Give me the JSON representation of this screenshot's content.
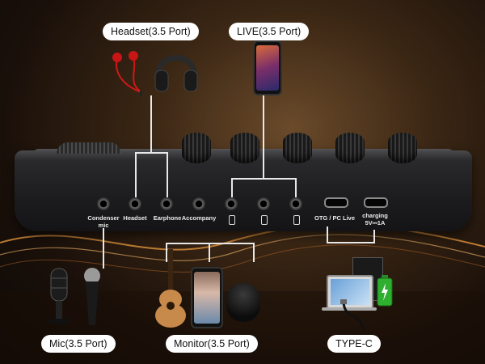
{
  "callouts": {
    "headset": "Headset(3.5 Port)",
    "live": "LIVE(3.5 Port)",
    "mic": "Mic(3.5 Port)",
    "monitor": "Monitor(3.5 Port)",
    "typec": "TYPE-C"
  },
  "ports": {
    "condenser_line1": "Condenser",
    "condenser_line2": "mic",
    "headset": "Headset",
    "earphone": "Earphone",
    "accompany": "Accompany",
    "otg": "OTG / PC Live",
    "charging_line1": "charging",
    "charging_line2": "5V⎓1A"
  },
  "icons": [
    "headphones-icon",
    "earbuds-icon",
    "smartphone-icon",
    "microphone-icon",
    "guitar-icon",
    "speaker-icon",
    "laptop-icon",
    "battery-icon"
  ],
  "colors": {
    "background": "#2a1a0e",
    "device": "#1c1c1e",
    "pill": "#ffffff",
    "accent_orange": "#d7843a"
  }
}
